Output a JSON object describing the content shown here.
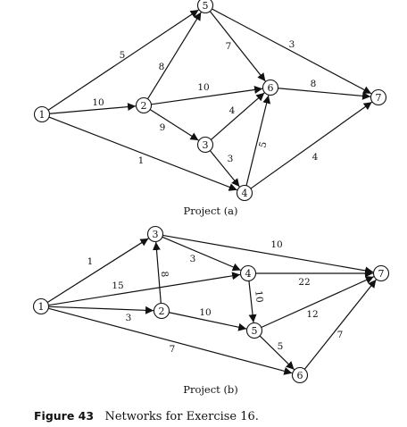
{
  "projects": [
    {
      "label": "Project (a)",
      "nodes": [
        "1",
        "2",
        "3",
        "4",
        "5",
        "6",
        "7"
      ],
      "edges": [
        {
          "from": "1",
          "to": "5",
          "weight": "5"
        },
        {
          "from": "1",
          "to": "2",
          "weight": "10"
        },
        {
          "from": "1",
          "to": "4",
          "weight": "1"
        },
        {
          "from": "2",
          "to": "5",
          "weight": "8"
        },
        {
          "from": "2",
          "to": "6",
          "weight": "10"
        },
        {
          "from": "2",
          "to": "3",
          "weight": "9"
        },
        {
          "from": "5",
          "to": "6",
          "weight": "7"
        },
        {
          "from": "5",
          "to": "7",
          "weight": "3"
        },
        {
          "from": "3",
          "to": "6",
          "weight": "4"
        },
        {
          "from": "3",
          "to": "4",
          "weight": "3"
        },
        {
          "from": "4",
          "to": "6",
          "weight": "5"
        },
        {
          "from": "6",
          "to": "7",
          "weight": "8"
        },
        {
          "from": "4",
          "to": "7",
          "weight": "4"
        }
      ]
    },
    {
      "label": "Project (b)",
      "nodes": [
        "1",
        "2",
        "3",
        "4",
        "5",
        "6",
        "7"
      ],
      "edges": [
        {
          "from": "1",
          "to": "3",
          "weight": "1"
        },
        {
          "from": "1",
          "to": "4",
          "weight": "15"
        },
        {
          "from": "1",
          "to": "2",
          "weight": "3"
        },
        {
          "from": "1",
          "to": "6",
          "weight": "7"
        },
        {
          "from": "2",
          "to": "3",
          "weight": "8"
        },
        {
          "from": "2",
          "to": "5",
          "weight": "10"
        },
        {
          "from": "3",
          "to": "4",
          "weight": "3"
        },
        {
          "from": "3",
          "to": "7",
          "weight": "10"
        },
        {
          "from": "4",
          "to": "7",
          "weight": "22"
        },
        {
          "from": "4",
          "to": "5",
          "weight": "10"
        },
        {
          "from": "5",
          "to": "7",
          "weight": "12"
        },
        {
          "from": "5",
          "to": "6",
          "weight": "5"
        },
        {
          "from": "6",
          "to": "7",
          "weight": "7"
        }
      ]
    }
  ],
  "caption": {
    "figure": "Figure 43",
    "text": "Networks for Exercise 16."
  }
}
